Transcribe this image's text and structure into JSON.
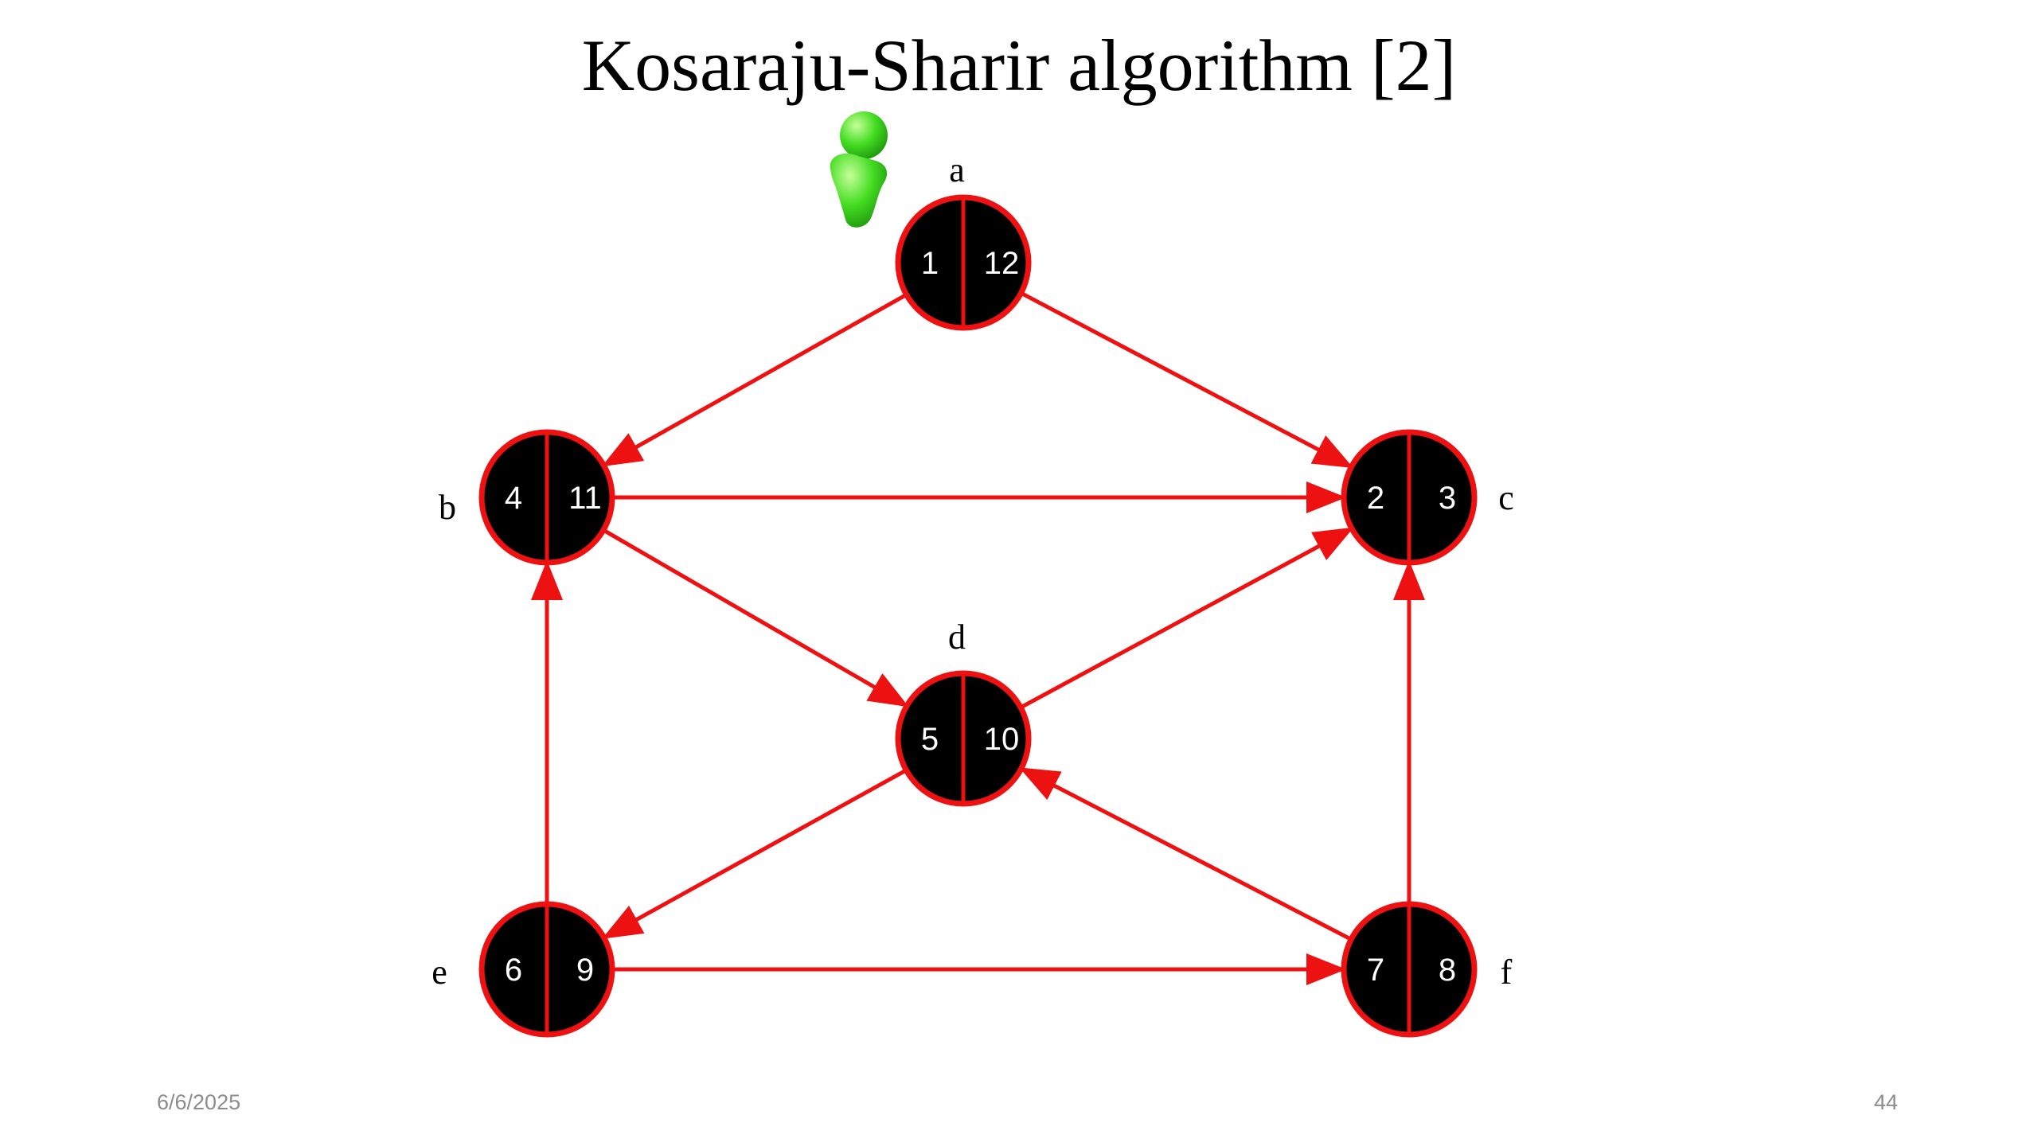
{
  "title": "Kosaraju-Sharir algorithm [2]",
  "colors": {
    "edge": "#ee1111",
    "node_fill": "#000000",
    "node_stroke": "#ee1111",
    "number_text": "#ffffff",
    "footer_text": "#8c8c8c",
    "pointer_icon": "#33cc22"
  },
  "icons": {
    "pointer": "green-person-icon"
  },
  "nodes": [
    {
      "id": "a",
      "label": "a",
      "discovery": "1",
      "finish": "12"
    },
    {
      "id": "b",
      "label": "b",
      "discovery": "4",
      "finish": "11"
    },
    {
      "id": "c",
      "label": "c",
      "discovery": "2",
      "finish": "3"
    },
    {
      "id": "d",
      "label": "d",
      "discovery": "5",
      "finish": "10"
    },
    {
      "id": "e",
      "label": "e",
      "discovery": "6",
      "finish": "9"
    },
    {
      "id": "f",
      "label": "f",
      "discovery": "7",
      "finish": "8"
    }
  ],
  "edges": [
    {
      "from": "a",
      "to": "b"
    },
    {
      "from": "a",
      "to": "c"
    },
    {
      "from": "b",
      "to": "c"
    },
    {
      "from": "b",
      "to": "d"
    },
    {
      "from": "d",
      "to": "c"
    },
    {
      "from": "d",
      "to": "e"
    },
    {
      "from": "f",
      "to": "d"
    },
    {
      "from": "e",
      "to": "b"
    },
    {
      "from": "e",
      "to": "f"
    },
    {
      "from": "f",
      "to": "c"
    }
  ],
  "footer": {
    "date": "6/6/2025",
    "page": "44"
  }
}
